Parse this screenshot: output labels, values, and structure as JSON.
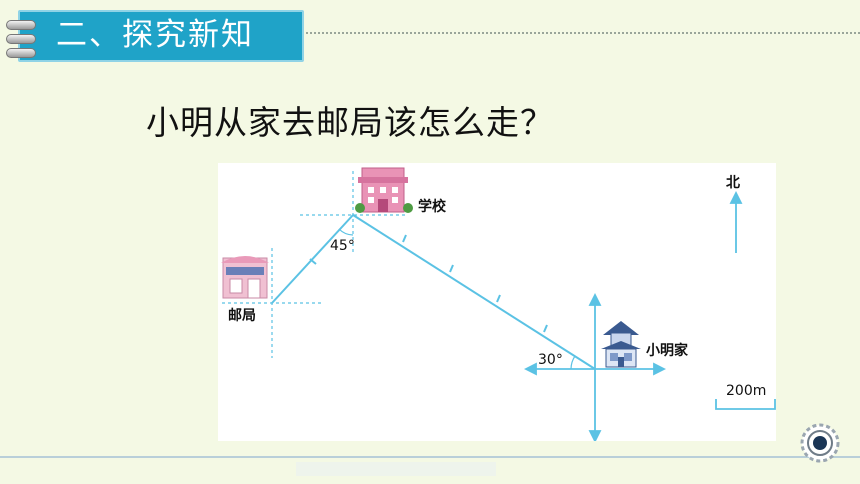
{
  "header": {
    "title": "二、探究新知"
  },
  "question": "小明从家去邮局该怎么走？",
  "map": {
    "labels": {
      "north": "北",
      "school": "学校",
      "post_office": "邮局",
      "home": "小明家",
      "angle_school": "45°",
      "angle_home": "30°",
      "scale": "200m"
    }
  },
  "colors": {
    "accent": "#1fa3c8",
    "route": "#5bc2e4",
    "text": "#111111"
  }
}
